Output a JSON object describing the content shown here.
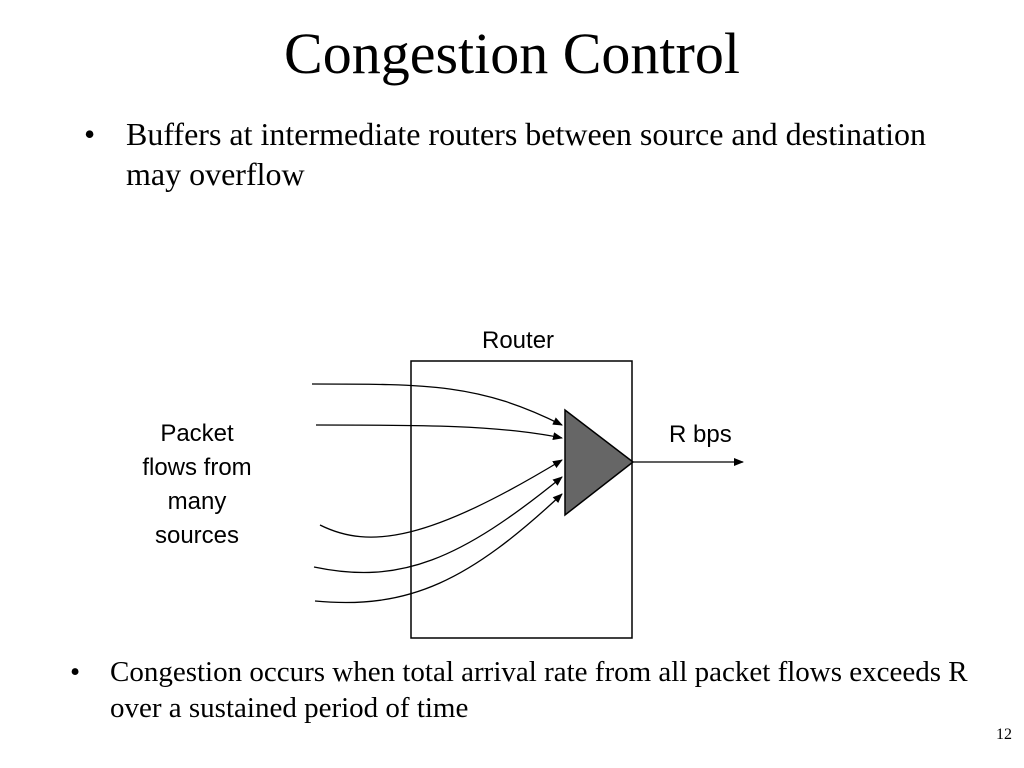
{
  "slide": {
    "title": "Congestion Control",
    "page_number": "12"
  },
  "bullets": [
    {
      "marker": "•",
      "text": "Buffers at intermediate routers between source and destination may overflow"
    },
    {
      "marker": "•",
      "text": "Congestion occurs when total arrival rate from all packet flows exceeds R over a sustained period of time"
    }
  ],
  "diagram": {
    "router_label": "Router",
    "output_rate_label": "R bps",
    "input_label_lines": [
      "Packet",
      "flows from",
      "many",
      "sources"
    ],
    "colors": {
      "multiplexer_fill": "#666666",
      "line": "#000000"
    }
  }
}
